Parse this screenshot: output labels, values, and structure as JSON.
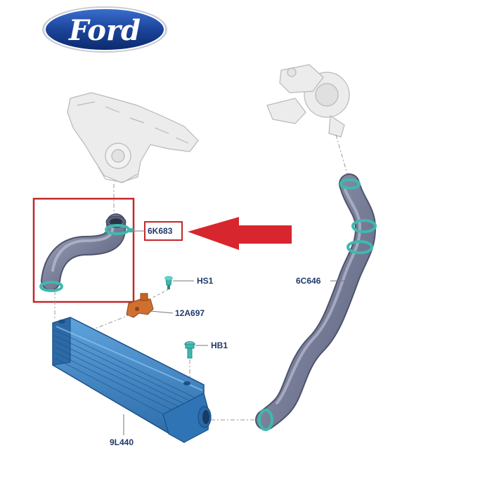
{
  "brand": {
    "logo_text": "Ford",
    "colors": {
      "oval_dark": "#0b2a6b",
      "oval_light": "#2a5cb8",
      "logo_text": "#ffffff"
    }
  },
  "parts": {
    "hose_upper_highlighted": "6K683",
    "hose_lower": "6C646",
    "clamp_screw": "HS1",
    "sensor": "12A697",
    "bolt": "HB1",
    "intercooler": "9L440"
  },
  "icons": {
    "arrow": "arrow-left-icon"
  },
  "colors": {
    "highlight": "#c0282d",
    "label_text": "#1f3a6b",
    "hose": "#6f7693",
    "clamp": "#3fb8ae",
    "intercooler": "#3a7fc1",
    "sensor": "#c8641e",
    "ghost_part": "#d6d6d6"
  }
}
